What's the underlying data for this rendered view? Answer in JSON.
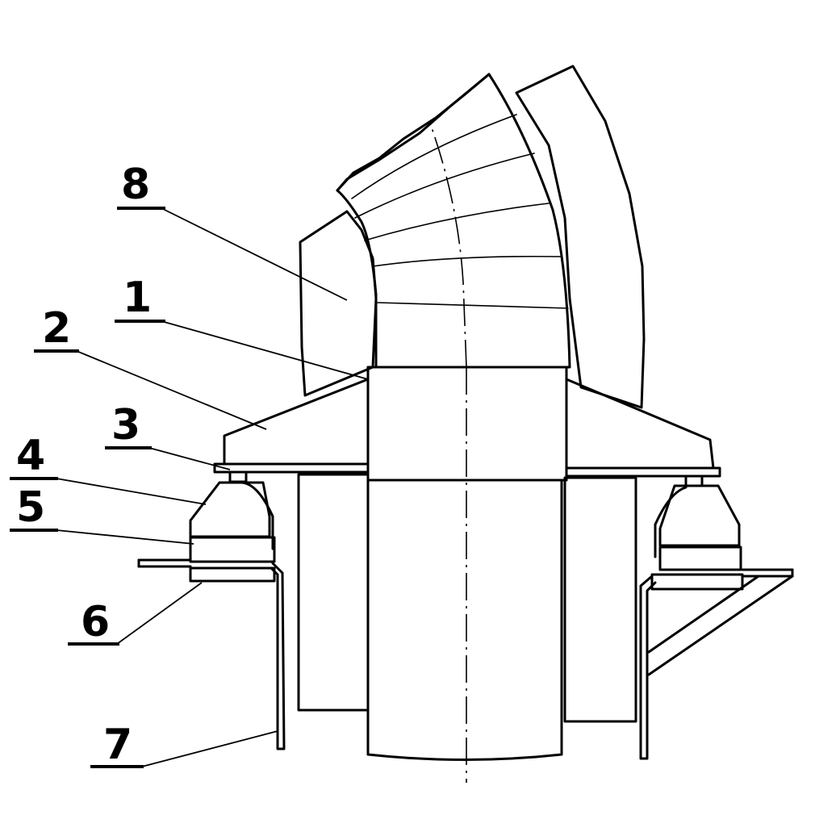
{
  "labels": [
    {
      "id": "1",
      "text": "1"
    },
    {
      "id": "2",
      "text": "2"
    },
    {
      "id": "3",
      "text": "3"
    },
    {
      "id": "4",
      "text": "4"
    },
    {
      "id": "5",
      "text": "5"
    },
    {
      "id": "6",
      "text": "6"
    },
    {
      "id": "7",
      "text": "7"
    },
    {
      "id": "8",
      "text": "8"
    }
  ],
  "colors": {
    "ink": "#000000",
    "paper": "#ffffff"
  }
}
